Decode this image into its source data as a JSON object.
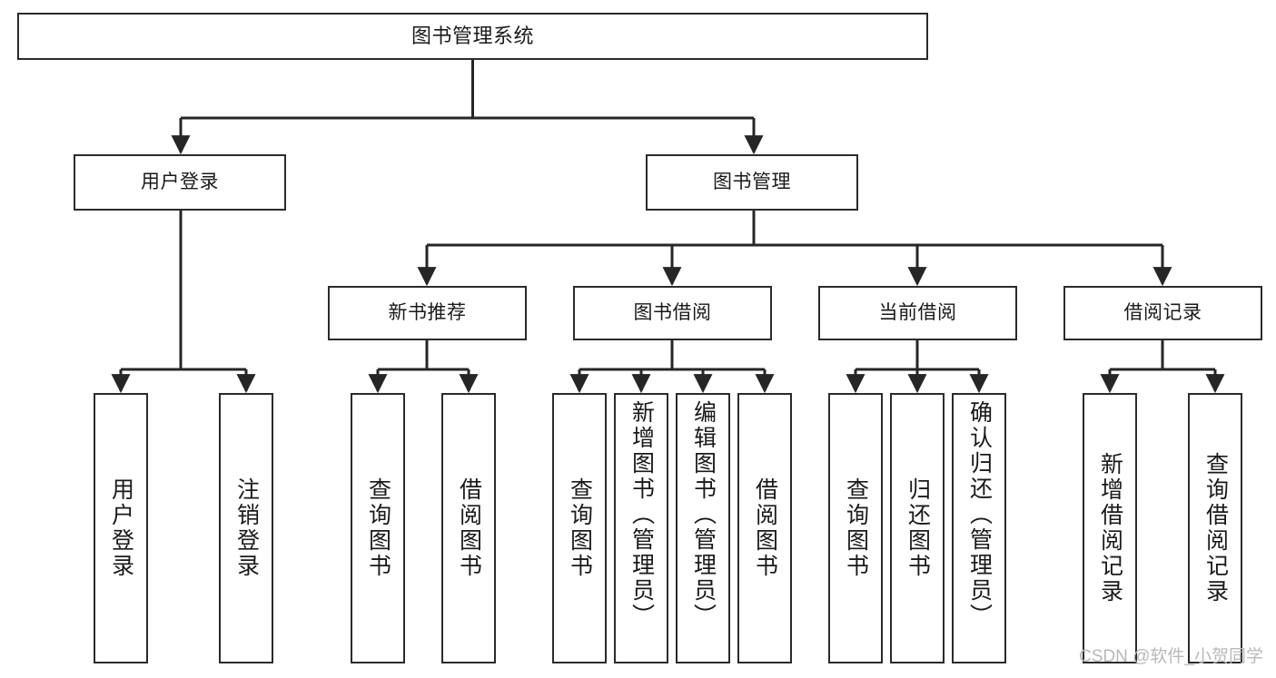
{
  "diagram": {
    "title": "图书管理系统",
    "type": "hierarchy-tree",
    "levels": 4,
    "colors": {
      "box_border": "#2b2b2b",
      "box_fill": "#ffffff",
      "connector": "#262626",
      "text": "#1a1a1a",
      "watermark": "#b9b9b9"
    },
    "root": {
      "label": "图书管理系统"
    },
    "level2": [
      {
        "label": "用户登录"
      },
      {
        "label": "图书管理"
      }
    ],
    "level3": [
      {
        "label": "新书推荐"
      },
      {
        "label": "图书借阅"
      },
      {
        "label": "当前借阅"
      },
      {
        "label": "借阅记录"
      }
    ],
    "leaves": {
      "user_login": [
        {
          "label": "用户登录",
          "align": "center"
        },
        {
          "label": "注销登录",
          "align": "center"
        }
      ],
      "new_book_recommend": [
        {
          "label": "查询图书",
          "align": "center"
        },
        {
          "label": "借阅图书",
          "align": "center"
        }
      ],
      "book_borrow": [
        {
          "label": "查询图书",
          "align": "center"
        },
        {
          "label": "新增图书（管理员）",
          "align": "top"
        },
        {
          "label": "编辑图书（管理员）",
          "align": "top"
        },
        {
          "label": "借阅图书",
          "align": "center"
        }
      ],
      "current_borrow": [
        {
          "label": "查询图书",
          "align": "center"
        },
        {
          "label": "归还图书",
          "align": "center"
        },
        {
          "label": "确认归还（管理员）",
          "align": "top"
        }
      ],
      "borrow_record": [
        {
          "label": "新增借阅记录",
          "align": "center"
        },
        {
          "label": "查询借阅记录",
          "align": "center"
        }
      ]
    }
  },
  "watermark": {
    "text": "CSDN @软件_小贺同学"
  }
}
